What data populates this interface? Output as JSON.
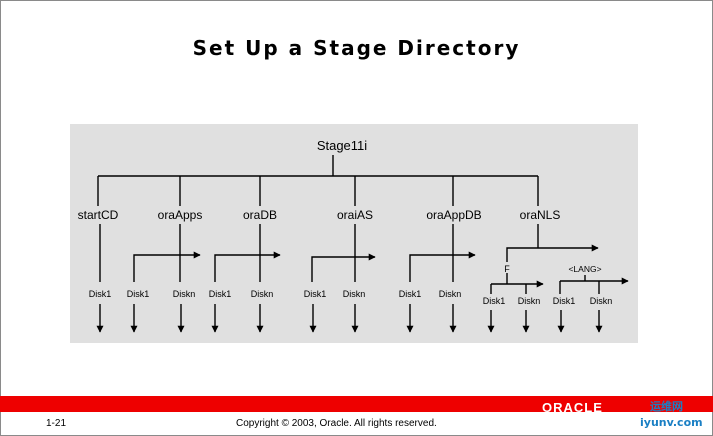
{
  "title": "Set Up a Stage Directory",
  "diagram": {
    "root": "Stage11i",
    "branches": [
      "startCD",
      "oraApps",
      "oraDB",
      "oraiAS",
      "oraAppDB",
      "oraNLS"
    ],
    "disk_first": "Disk1",
    "disk_last": "Diskn",
    "nls_sub": [
      "F",
      "<LANG>"
    ]
  },
  "footer": {
    "page": "1-21",
    "copyright": "Copyright © 2003, Oracle.  All rights reserved.",
    "logo": "ORACLE"
  },
  "watermark": {
    "line1": "运维网",
    "line2": "iyunv.com"
  }
}
